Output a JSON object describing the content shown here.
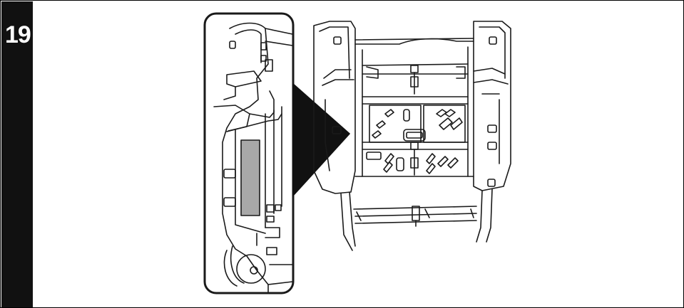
{
  "step": {
    "number": "19"
  },
  "colors": {
    "bar": "#111111",
    "line": "#1a1a1a",
    "highlight": "#a8a8a8",
    "background": "#ffffff"
  },
  "illustration": {
    "detail_view": "zoomed-side-view-of-seat-base",
    "main_view": "top-view-of-seat-base",
    "pointer": "arrow-from-detail-to-main"
  }
}
